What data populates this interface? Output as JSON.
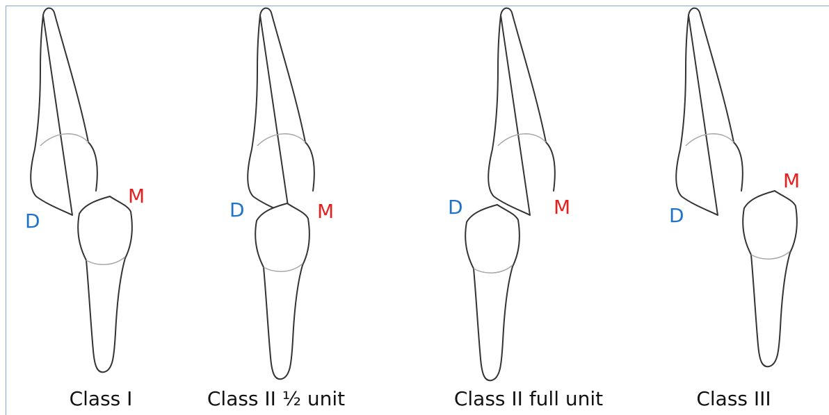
{
  "colors": {
    "distal": "#1f73c8",
    "mesial": "#e5201f",
    "outline": "#333333",
    "cej_line": "#a8a8a8",
    "frame": "#7fa7d0"
  },
  "panels": [
    {
      "caption": "Class I",
      "distal_label": "D",
      "mesial_label": "M"
    },
    {
      "caption": "Class II ½ unit",
      "distal_label": "D",
      "mesial_label": "M"
    },
    {
      "caption": "Class II full unit",
      "distal_label": "D",
      "mesial_label": "M"
    },
    {
      "caption": "Class III",
      "distal_label": "D",
      "mesial_label": "M"
    }
  ]
}
